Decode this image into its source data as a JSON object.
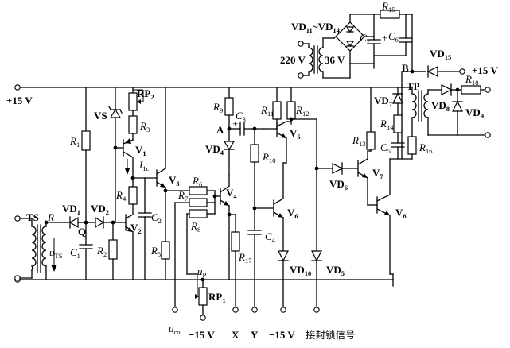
{
  "supply": {
    "pos15_left": "+15 V",
    "pos15_right": "+15 V",
    "ac_220": "220 V",
    "ac_36": "36 V"
  },
  "nodes": {
    "A": "A",
    "B": "B",
    "Q": "Q"
  },
  "transformers": {
    "TS": "TS",
    "TP": "TP"
  },
  "resistors": {
    "R": "R",
    "R1": "1",
    "R2": "2",
    "R3": "3",
    "R4": "4",
    "R5": "5",
    "R6": "6",
    "R7": "7",
    "R8": "8",
    "R9": "9",
    "R10": "10",
    "R11": "11",
    "R12": "12",
    "R13": "13",
    "R14": "14",
    "R15": "15",
    "R16": "16",
    "R17": "17",
    "R18": "18"
  },
  "pots": {
    "RP1": "1",
    "RP2": "2"
  },
  "capacitors": {
    "C1": "1",
    "C2": "2",
    "C3": "3",
    "C4": "4",
    "C5": "5",
    "C6": "6",
    "C7": "7"
  },
  "diodes": {
    "VD1": "1",
    "VD2": "2",
    "VD4": "4",
    "VD5": "5",
    "VD6": "6",
    "VD7": "7",
    "VD8": "8",
    "VD9": "9",
    "VD10": "10",
    "VD15": "15",
    "bridge_from": "11",
    "bridge_to": "14"
  },
  "zener": {
    "VS": "VS"
  },
  "transistors": {
    "V1": "1",
    "V2": "2",
    "V3": "3",
    "V4": "4",
    "V5": "5",
    "V6": "6",
    "V7": "7",
    "V8": "8"
  },
  "signals": {
    "I1c_main": "I",
    "I1c_sub": "1c",
    "uTS_main": "u",
    "uTS_sub": "TS",
    "uP_main": "u",
    "uP_sub": "P",
    "uco_main": "u",
    "uco_sub": "co"
  },
  "terminals": {
    "neg15_a": "−15 V",
    "X": "X",
    "Y": "Y",
    "neg15_b": "−15 V",
    "block": "接封锁信号"
  }
}
